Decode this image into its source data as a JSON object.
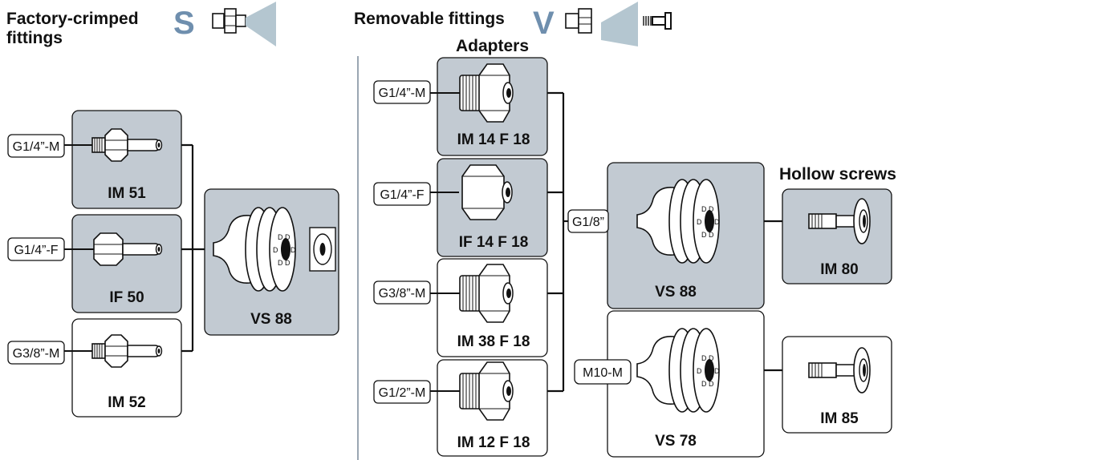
{
  "header": {
    "factory_line1": "Factory-crimped",
    "factory_line2": "fittings",
    "factory_letter": "S",
    "removable": "Removable fittings",
    "removable_letter": "V",
    "adapters": "Adapters",
    "hollow_screws": "Hollow screws"
  },
  "colors": {
    "box_fill": "#c2cad2",
    "letter_blue": "#6f8fae",
    "tab_fill": "#b4c6d0"
  },
  "factory_fittings": [
    {
      "label": "IM 51",
      "port": "G1/4”-M",
      "shaded": true
    },
    {
      "label": "IF 50",
      "port": "G1/4”-F",
      "shaded": true
    },
    {
      "label": "IM 52",
      "port": "G3/8”-M",
      "shaded": false
    }
  ],
  "factory_cup": {
    "label": "VS 88"
  },
  "adapters": [
    {
      "label": "IM 14 F 18",
      "port": "G1/4”-M",
      "shaded": true
    },
    {
      "label": "IF 14 F 18",
      "port": "G1/4”-F",
      "shaded": true
    },
    {
      "label": "IM 38 F 18",
      "port": "G3/8”-M",
      "shaded": false
    },
    {
      "label": "IM 12 F 18",
      "port": "G1/2”-M",
      "shaded": false
    }
  ],
  "removable_cups": [
    {
      "label": "VS 88",
      "port": "G1/8”",
      "shaded": true
    },
    {
      "label": "VS 78",
      "port": "M10-M",
      "shaded": false
    }
  ],
  "screws": [
    {
      "label": "IM 80",
      "shaded": true
    },
    {
      "label": "IM 85",
      "shaded": false
    }
  ]
}
